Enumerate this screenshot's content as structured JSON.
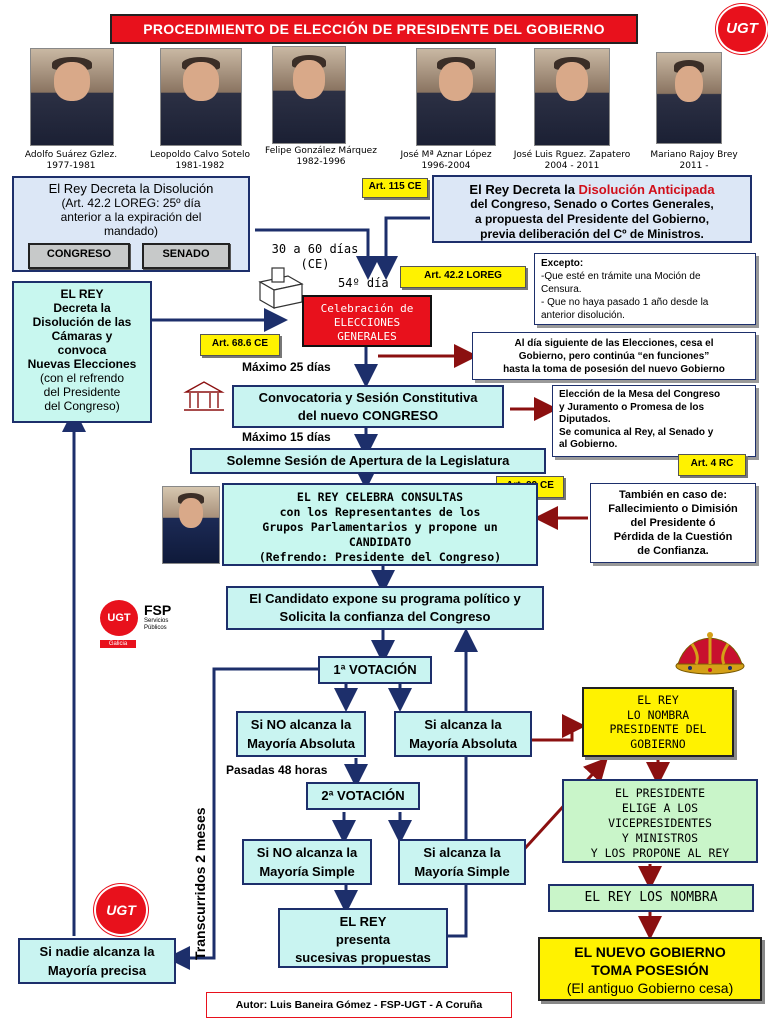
{
  "header": {
    "title": "PROCEDIMIENTO DE ELECCIÓN DE PRESIDENTE DEL GOBIERNO",
    "logo_text": "UGT"
  },
  "presidents": [
    {
      "name": "Adolfo Suárez Gzlez.",
      "years": "1977-1981"
    },
    {
      "name": "Leopoldo Calvo Sotelo",
      "years": "1981-1982"
    },
    {
      "name": "Felipe González Márquez",
      "years": "1982-1996"
    },
    {
      "name": "José Mª Aznar López",
      "years": "1996-2004"
    },
    {
      "name": "José Luis Rguez. Zapatero",
      "years": "2004 - 2011"
    },
    {
      "name": "Mariano Rajoy Brey",
      "years": "2011 -"
    }
  ],
  "left_decree": {
    "line1": "El Rey Decreta la Disolución",
    "line2": "(Art. 42.2 LOREG: 25º día",
    "line3": "anterior a la expiración del",
    "line4": "mandado)",
    "btn_congreso": "CONGRESO",
    "btn_senado": "SENADO"
  },
  "anticipada": {
    "l1a": "El Rey Decreta la ",
    "l1b": "Disolución Anticipada",
    "l2": "del Congreso, Senado o Cortes Generales,",
    "l3": "a propuesta del Presidente del Gobierno,",
    "l4": "previa deliberación del Cº de Ministros."
  },
  "tags": {
    "art115": "Art. 115 CE",
    "art422": "Art. 42.2 LOREG",
    "art686": "Art. 68.6 CE",
    "art4rc": "Art. 4 RC",
    "art99": "Art. 99 CE"
  },
  "timing": {
    "t1": "30 a 60 días",
    "t1b": "(CE)",
    "t2": "54º día",
    "t3": "Máximo 25 días",
    "t4": "Máximo 15 días",
    "t5": "Pasadas 48 horas",
    "vertical": "Transcurridos 2 meses"
  },
  "excepto": {
    "title": "Excepto:",
    "l1": "-Que esté en trámite una Moción de",
    "l2": "Censura.",
    "l3": "- Que no haya pasado 1 año desde la",
    "l4": "anterior disolución."
  },
  "rey_decreta": {
    "l1": "EL REY",
    "l2": "Decreta la",
    "l3": "Disolución de las",
    "l4": "Cámaras y",
    "l5": "convoca",
    "l6": "Nuevas Elecciones",
    "l7": "(con el refrendo",
    "l8": "del Presidente",
    "l9": "del Congreso)"
  },
  "elecciones": {
    "l1": "Celebración de",
    "l2": "ELECCIONES",
    "l3": "GENERALES"
  },
  "funciones": {
    "l1": "Al día siguiente de las Elecciones, cesa el",
    "l2a": "Gobierno, pero continúa ",
    "l2b": "“en funciones”",
    "l3": "hasta la toma de posesión del nuevo Gobierno"
  },
  "convocatoria": {
    "l1": "Convocatoria  y Sesión Constitutiva",
    "l2": "del nuevo CONGRESO"
  },
  "mesa": {
    "l1": "Elección de la Mesa del Congreso",
    "l2": "y Juramento o Promesa de los",
    "l3": "Diputados.",
    "l4": "Se comunica al Rey, al Senado y",
    "l5": "al Gobierno."
  },
  "apertura": "Solemne Sesión de Apertura de la Legislatura",
  "consultas": {
    "l1": "EL REY CELEBRA CONSULTAS",
    "l2": "con los Representantes de los",
    "l3": "Grupos Parlamentarios y propone un",
    "l4": "CANDIDATO",
    "l5": "(Refrendo: Presidente del Congreso)"
  },
  "tambien": {
    "l1": "También en caso de:",
    "l2": "Fallecimiento o Dimisión",
    "l3": "del Presidente ó",
    "l4": "Pérdida de la Cuestión",
    "l5": "de Confianza."
  },
  "candidato": {
    "l1": "El Candidato expone su programa político y",
    "l2": "Solicita la confianza del Congreso"
  },
  "votacion1": "1ª VOTACIÓN",
  "votacion2": "2ª VOTACIÓN",
  "no_absoluta": {
    "l1": "Si NO alcanza la",
    "l2": "Mayoría Absoluta"
  },
  "si_absoluta": {
    "l1": "Si alcanza la",
    "l2": "Mayoría Absoluta"
  },
  "no_simple": {
    "l1": "Si NO alcanza la",
    "l2": "Mayoría Simple"
  },
  "si_simple": {
    "l1": "Si alcanza la",
    "l2": "Mayoría Simple"
  },
  "rey_presenta": {
    "l1": "EL REY",
    "l2": "presenta",
    "l3": "sucesivas propuestas"
  },
  "nadie": {
    "l1": "Si nadie alcanza la",
    "l2": "Mayoría precisa"
  },
  "nombra": {
    "l1": "EL REY",
    "l2": "LO NOMBRA",
    "l3": "PRESIDENTE DEL",
    "l4": "GOBIERNO"
  },
  "elige": {
    "l1": "EL PRESIDENTE",
    "l2": "ELIGE A LOS",
    "l3": "VICEPRESIDENTES",
    "l4": "Y MINISTROS",
    "l5": "Y LOS PROPONE AL REY"
  },
  "los_nombra": "EL REY LOS NOMBRA",
  "nuevo": {
    "l1": "EL NUEVO GOBIERNO",
    "l2": "TOMA POSESIÓN",
    "l3": "(El antiguo Gobierno cesa)"
  },
  "fsp": {
    "ugt": "UGT",
    "fsp": "FSP",
    "sub": "Servicios Públicos",
    "region": "Galicia"
  },
  "author": "Autor: Luis Baneira Gómez - FSP-UGT  - A Coruña",
  "colors": {
    "navy": "#1d2f6b",
    "dark_red": "#8b1010",
    "ugt_red": "#e8111c",
    "mint": "#c8f7ef",
    "yellow": "#fff200"
  }
}
